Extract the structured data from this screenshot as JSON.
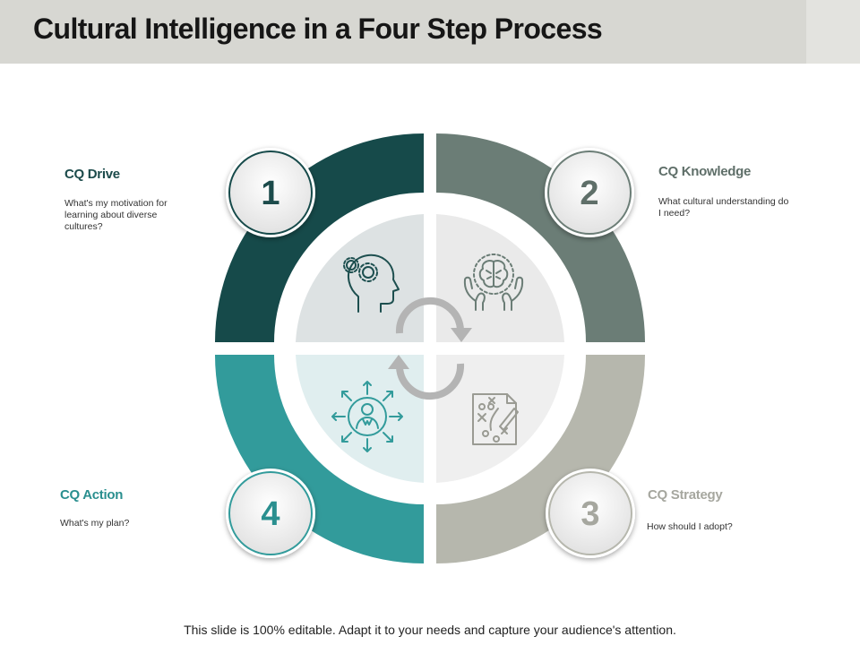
{
  "title": "Cultural Intelligence in a Four Step Process",
  "footer": "This slide is 100% editable. Adapt it to your needs and capture your audience's attention.",
  "colors": {
    "step1": "#164a4a",
    "step2": "#6b7d76",
    "step3": "#b6b7ad",
    "step4": "#329b9b",
    "step1_title": "#1c4b4b",
    "step2_title": "#5f6f69",
    "step3_title": "#a6a79f",
    "step4_title": "#2a8f8f"
  },
  "steps": [
    {
      "number": "1",
      "title": "CQ Drive",
      "description": "What's my motivation for learning about diverse cultures?",
      "icon": "head-gears-icon"
    },
    {
      "number": "2",
      "title": "CQ Knowledge",
      "description": "What cultural understanding do I need?",
      "icon": "brain-hands-icon"
    },
    {
      "number": "3",
      "title": "CQ Strategy",
      "description": "How should I adopt?",
      "icon": "strategy-plan-icon"
    },
    {
      "number": "4",
      "title": "CQ Action",
      "description": "What's my plan?",
      "icon": "person-arrows-icon"
    }
  ]
}
